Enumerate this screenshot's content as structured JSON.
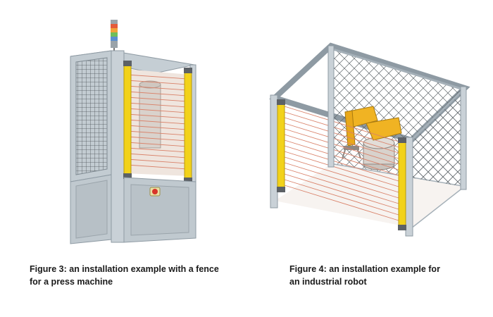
{
  "figures": [
    {
      "caption": "Figure 3: an installation example with a fence\nfor a press machine",
      "illustration": "press-machine-with-fence-and-light-curtain"
    },
    {
      "caption": "Figure 4: an installation example for\nan industrial robot",
      "illustration": "industrial-robot-cell-with-light-curtain"
    }
  ],
  "colors": {
    "frame": "#b9c4cc",
    "frame_dark": "#8e9aa3",
    "curtain_yellow": "#f2d21a",
    "beam": "#d9826a",
    "mesh": "#555c61",
    "robot": "#f0b323"
  }
}
